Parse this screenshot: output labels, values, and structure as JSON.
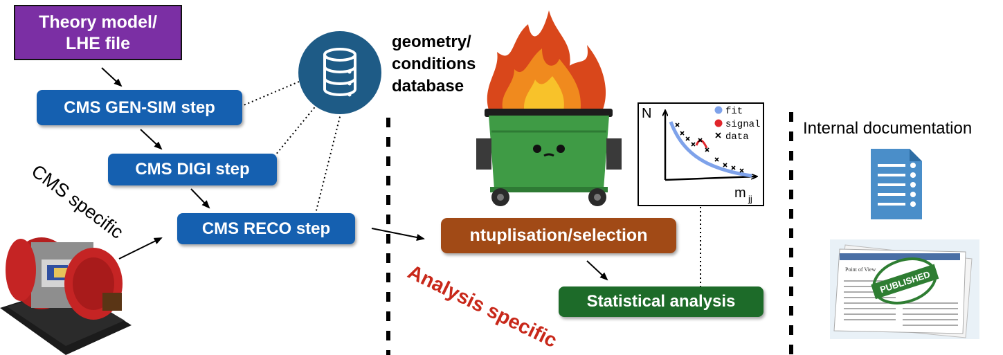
{
  "theory_box": {
    "line1": "Theory model/",
    "line2": "LHE file"
  },
  "steps": {
    "gensim": "CMS GEN-SIM step",
    "digi": "CMS DIGI step",
    "reco": "CMS RECO step"
  },
  "database": {
    "line1": "geometry/",
    "line2": "conditions",
    "line3": "database",
    "icon": "database-icon"
  },
  "cms_specific": "CMS specific",
  "analysis_specific": "Analysis specific",
  "ntuplisation": "ntuplisation/selection",
  "statistical": "Statistical analysis",
  "plot": {
    "y_label": "N",
    "x_label": "m",
    "x_sub": "jj",
    "legend": [
      "fit",
      "signal",
      "data"
    ]
  },
  "internal_doc": "Internal documentation",
  "published_stamp": "PUBLISHED",
  "paper_heading": "Point of View",
  "colors": {
    "purple": "#7b2fa4",
    "step_blue": "#1560b0",
    "db_blue": "#1e5b86",
    "brown": "#a14a16",
    "green": "#1d6b29",
    "red_text": "#c8281a"
  }
}
